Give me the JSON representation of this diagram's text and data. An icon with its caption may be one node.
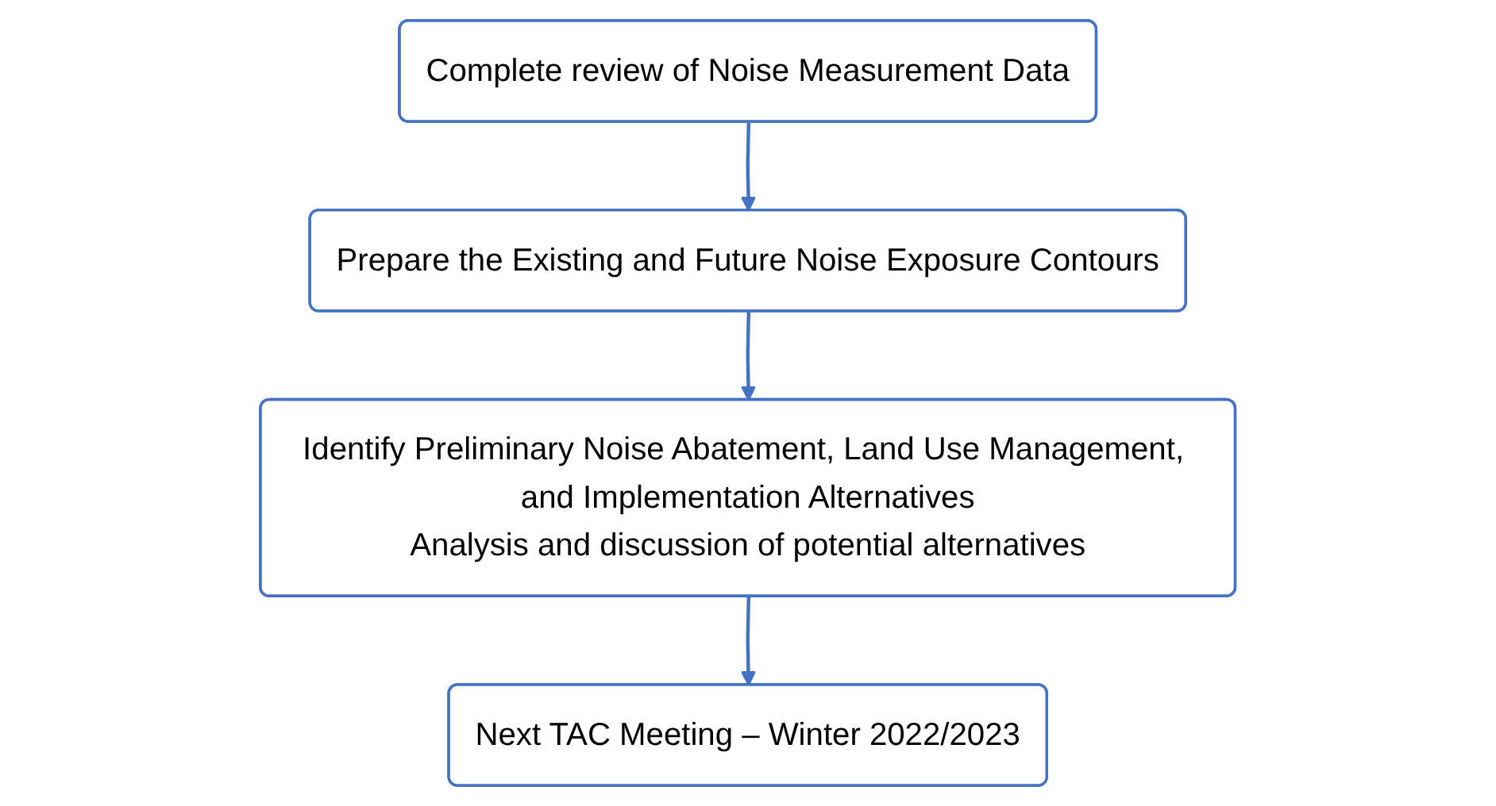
{
  "diagram": {
    "nodes": [
      {
        "text": [
          "Complete review of Noise Measurement Data"
        ]
      },
      {
        "text": [
          "Prepare the Existing and Future Noise Exposure Contours"
        ]
      },
      {
        "text": [
          "Identify Preliminary Noise Abatement, Land Use Management, and Implementation Alternatives",
          "Analysis and discussion of potential alternatives"
        ]
      },
      {
        "text": [
          "Next TAC Meeting – Winter 2022/2023"
        ]
      }
    ],
    "edges": [
      {
        "from": 0,
        "to": 1,
        "arrow": "to"
      },
      {
        "from": 1,
        "to": 2,
        "arrow": "to"
      },
      {
        "from": 2,
        "to": 3,
        "arrow": "to"
      }
    ]
  }
}
